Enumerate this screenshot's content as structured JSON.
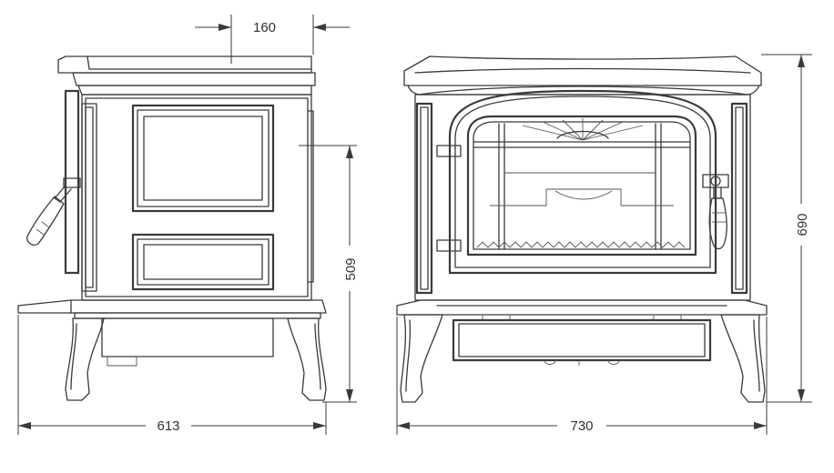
{
  "dimensions": {
    "side_depth": "613",
    "front_width": "730",
    "front_height": "690",
    "flue_height": "509",
    "flue_offset": "160"
  }
}
